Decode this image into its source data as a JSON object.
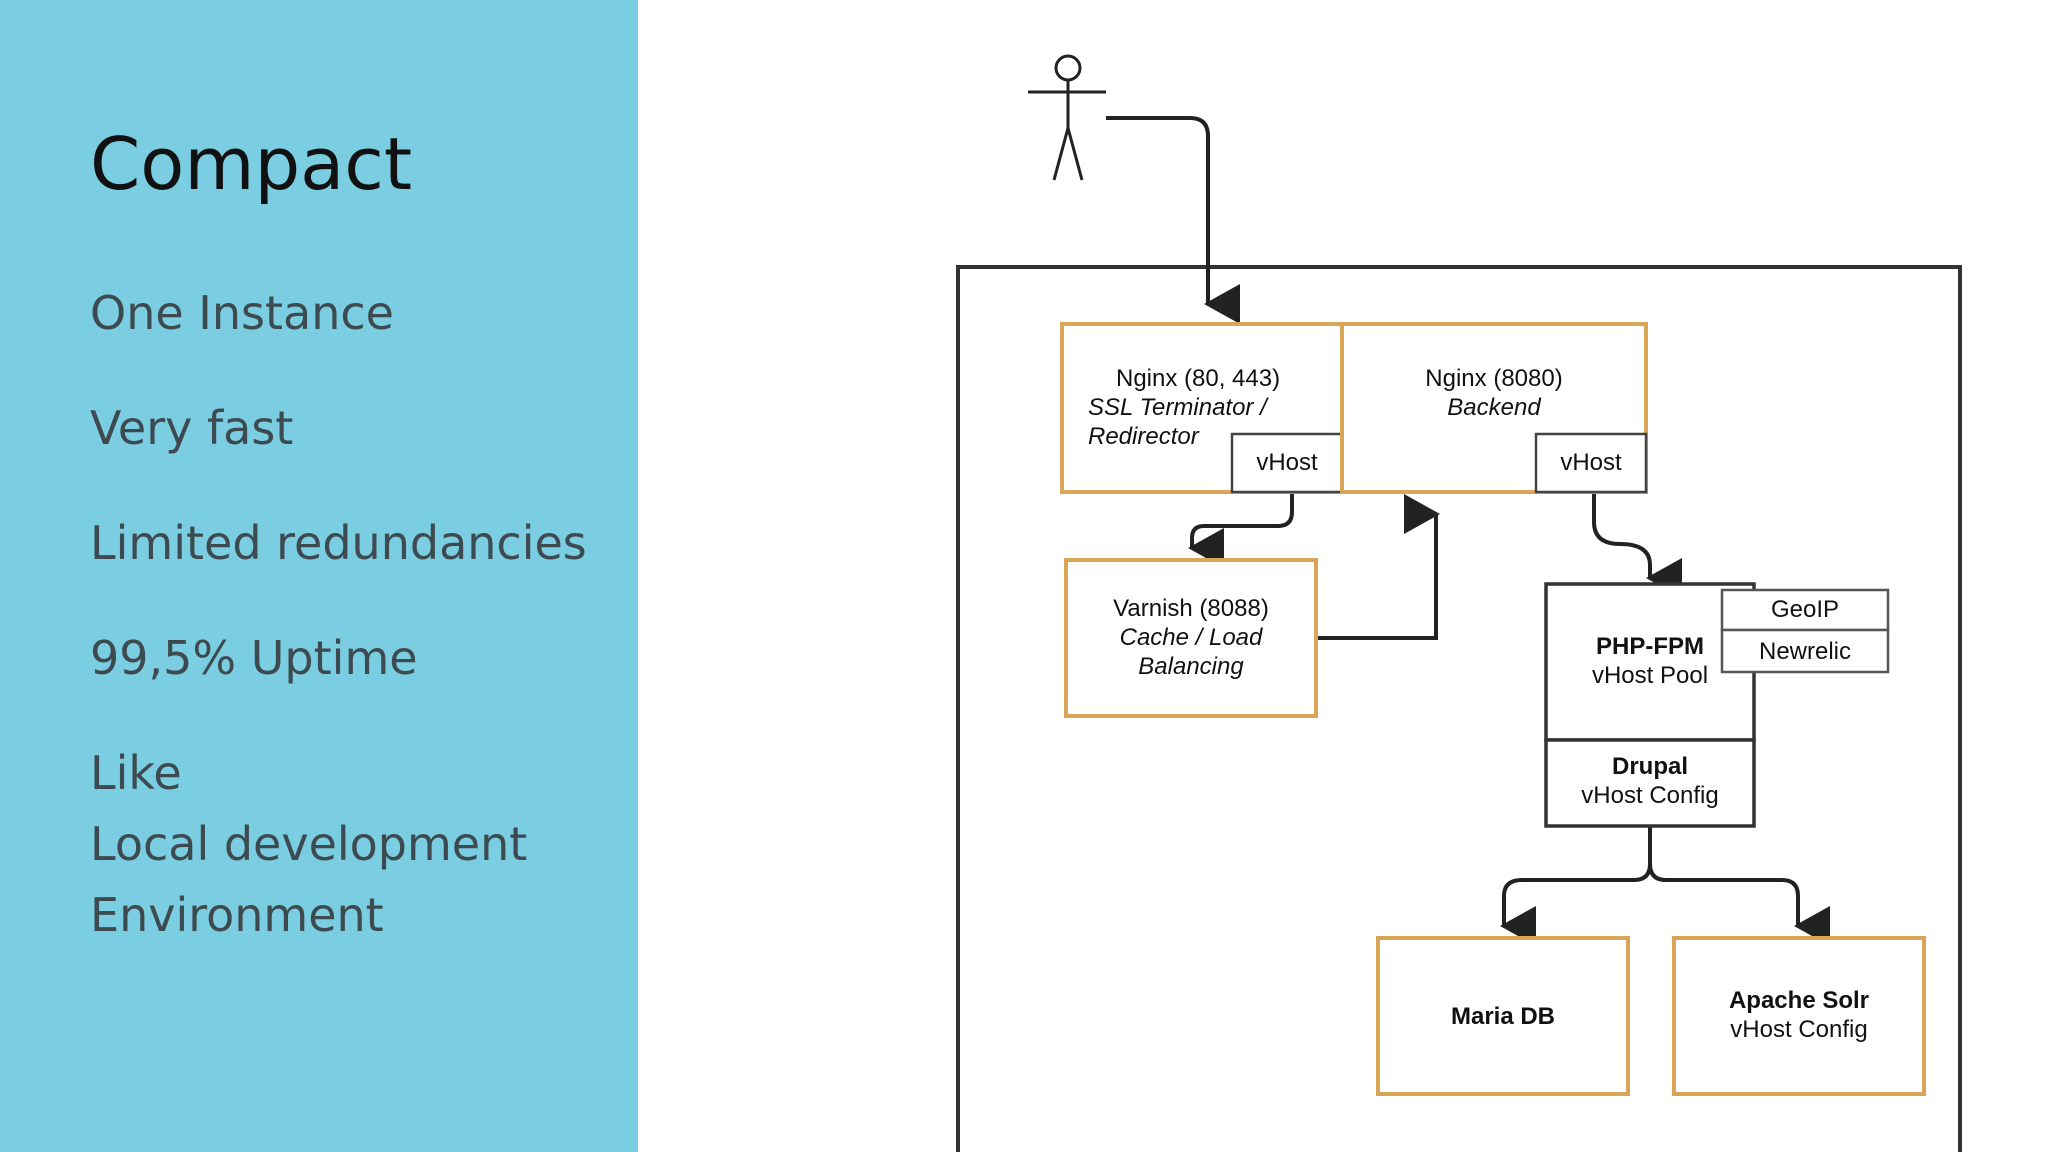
{
  "sidebar": {
    "title": "Compact",
    "bullets": [
      "One Instance",
      "Very fast",
      "Limited redundancies",
      "99,5% Uptime",
      "Like",
      "Local development",
      "Environment"
    ]
  },
  "diagram": {
    "nginx_front": {
      "name": "Nginx",
      "ports": " (80, 443)",
      "line1": "SSL Terminator /",
      "line2": "Redirector",
      "vhost": "vHost"
    },
    "nginx_back": {
      "name": "Nginx",
      "ports": " (8080)",
      "line1": "Backend",
      "vhost": "vHost"
    },
    "varnish": {
      "name": "Varnish",
      "ports": " (8088)",
      "line1": "Cache / Load",
      "line2": "Balancing"
    },
    "phpfpm": {
      "name": "PHP-FPM",
      "line1": "vHost Pool",
      "geoip": "GeoIP",
      "newrelic": "Newrelic"
    },
    "drupal": {
      "name": "Drupal",
      "line1": "vHost Config"
    },
    "mariadb": {
      "name": "Maria DB"
    },
    "solr": {
      "name": "Apache Solr",
      "line1": "vHost Config"
    },
    "colors": {
      "box_border": "#d9a657",
      "line": "#222222",
      "sidebar_bg": "#7bcde1"
    }
  }
}
